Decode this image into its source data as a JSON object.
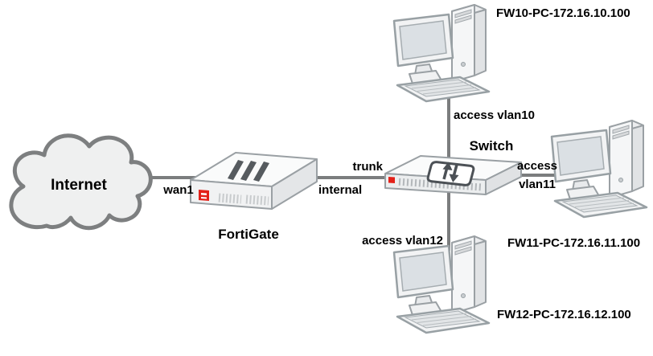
{
  "diagram": {
    "nodes": {
      "internet": {
        "label": "Internet"
      },
      "fortigate": {
        "label": "FortiGate"
      },
      "switch": {
        "label": "Switch"
      },
      "pcs": [
        {
          "name": "FW10-PC-172.16.10.100"
        },
        {
          "name": "FW11-PC-172.16.11.100"
        },
        {
          "name": "FW12-PC-172.16.12.100"
        }
      ]
    },
    "links": {
      "wan_label": "wan1",
      "internal_label": "internal",
      "trunk_label": "trunk",
      "vlan10_label": "access vlan10",
      "vlan11_label_line1": "access",
      "vlan11_label_line2": "vlan11",
      "vlan12_label": "access vlan12"
    },
    "colors": {
      "link": "#7b7d7e",
      "cloud_stroke": "#7d7f80",
      "cloud_fill": "#eff0f0",
      "device_stroke": "#9aa0a4",
      "device_fill": "#f4f5f6",
      "accent_red": "#e32119",
      "icon_dark": "#4c5156",
      "text": "#000000"
    }
  }
}
